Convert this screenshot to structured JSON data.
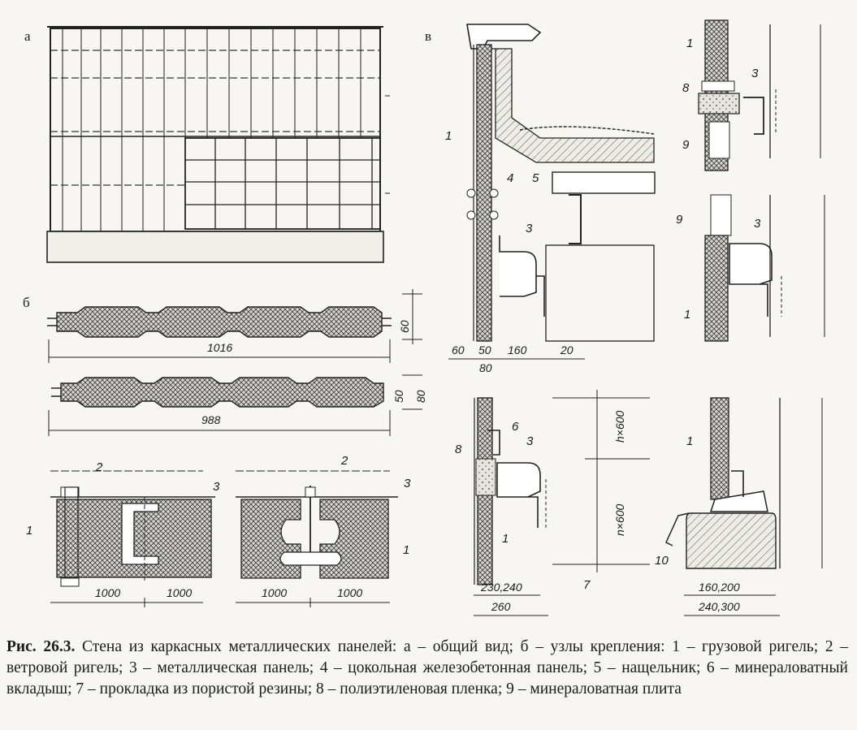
{
  "panel_labels": {
    "a": "а",
    "b": "б",
    "v": "в"
  },
  "callouts": {
    "v_top": {
      "c1": "1",
      "c3": "3",
      "c4": "4",
      "c5": "5"
    },
    "v_right_top": {
      "c1": "1",
      "c3": "3",
      "c8": "8",
      "c9": "9"
    },
    "v_right_mid": {
      "c1": "1",
      "c3": "3",
      "c9": "9"
    },
    "v_bottom_left": {
      "c1": "1",
      "c3": "3",
      "c6": "6",
      "c7": "7",
      "c8": "8"
    },
    "v_bottom_right": {
      "c1": "1",
      "c10": "10"
    },
    "b_joint_left": {
      "c1": "1",
      "c2": "2",
      "c3": "3"
    },
    "b_joint_right": {
      "c1": "1",
      "c2": "2",
      "c3": "3"
    }
  },
  "dimensions": {
    "panel1_width": "1016",
    "panel1_height": "60",
    "panel2_width": "988",
    "panel2_height_a": "50",
    "panel2_height_b": "80",
    "joint_left_a": "1000",
    "joint_left_b": "1000",
    "joint_right_a": "1000",
    "joint_right_b": "1000",
    "v_top_60": "60",
    "v_top_50": "50",
    "v_top_80": "80",
    "v_top_160": "160",
    "v_top_20": "20",
    "v_bl_h": "h×600",
    "v_bl_n": "n×600",
    "v_bl_230": "230,240",
    "v_bl_260": "260",
    "v_br_160": "160,200",
    "v_br_240": "240,300"
  },
  "caption": {
    "title": "Рис. 26.3.",
    "text": " Стена из каркасных металлических панелей: а – общий вид; б – узлы крепления: 1 – грузовой ригель; 2 – ветровой ригель; 3 – металлическая панель; 4 – цокольная железобетонная панель; 5 – нащельник; 6 – минераловатный вкладыш; 7 – прокладка из пористой резины; 8 – полиэтиленовая пленка; 9 – минераловатная плита"
  }
}
